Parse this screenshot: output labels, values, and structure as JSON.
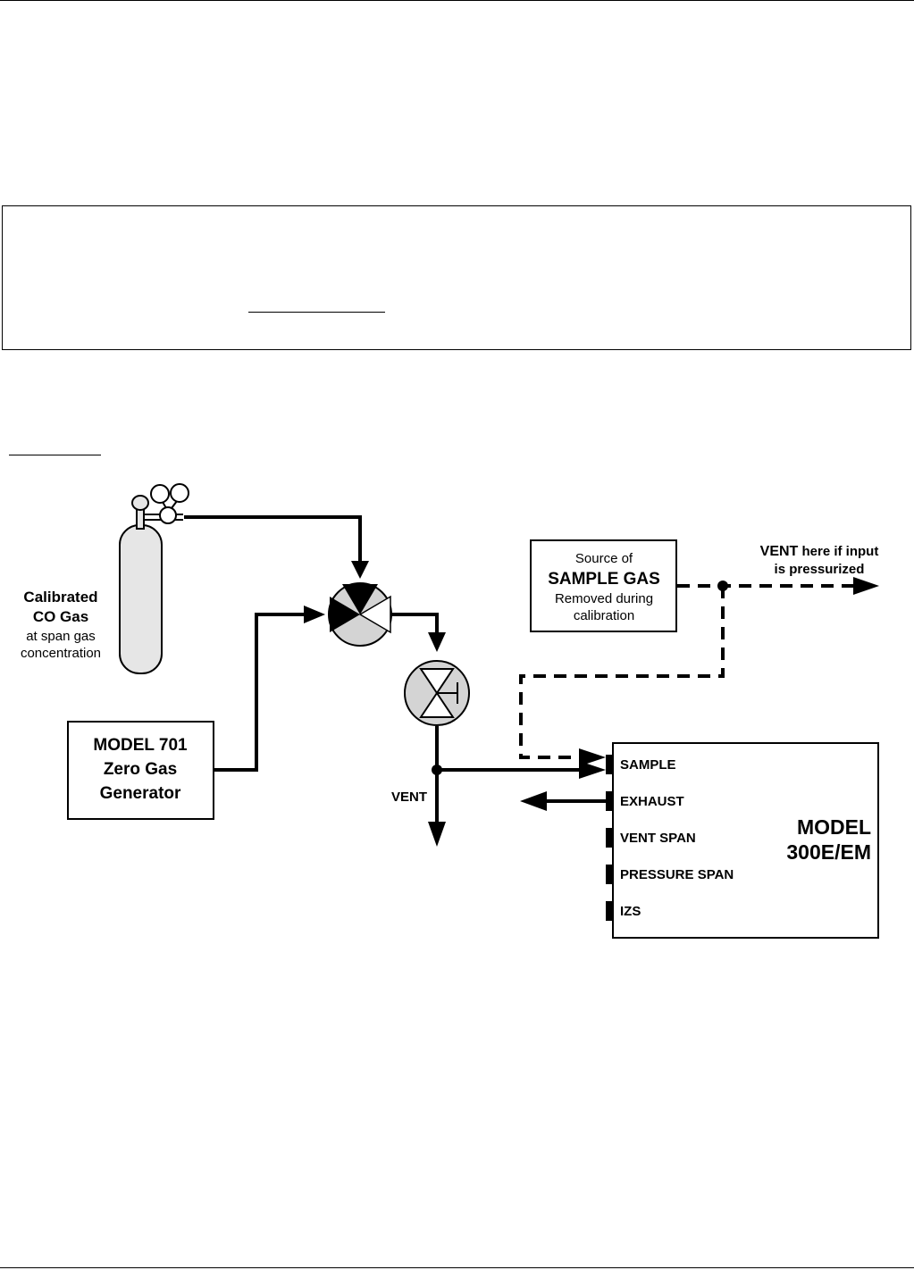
{
  "cylinder": {
    "label_line1": "Calibrated",
    "label_line2": "CO Gas",
    "label_line3": "at span gas",
    "label_line4": "concentration"
  },
  "generator": {
    "line1": "MODEL 701",
    "line2": "Zero Gas",
    "line3": "Generator"
  },
  "sample_source": {
    "line1": "Source of",
    "line2": "SAMPLE GAS",
    "line3": "Removed during",
    "line4": "calibration"
  },
  "vent_note": {
    "line1_bold": "VENT",
    "line1_rest": " here if input",
    "line2": "is pressurized"
  },
  "vent_label": "VENT",
  "analyzer": {
    "model_line1": "MODEL",
    "model_line2": "300E/EM",
    "ports": [
      "SAMPLE",
      "EXHAUST",
      "VENT SPAN",
      "PRESSURE SPAN",
      "IZS"
    ]
  },
  "colors": {
    "line": "#000000",
    "valve_fill": "#d4d4d4",
    "cylinder_fill": "#e6e6e6"
  }
}
